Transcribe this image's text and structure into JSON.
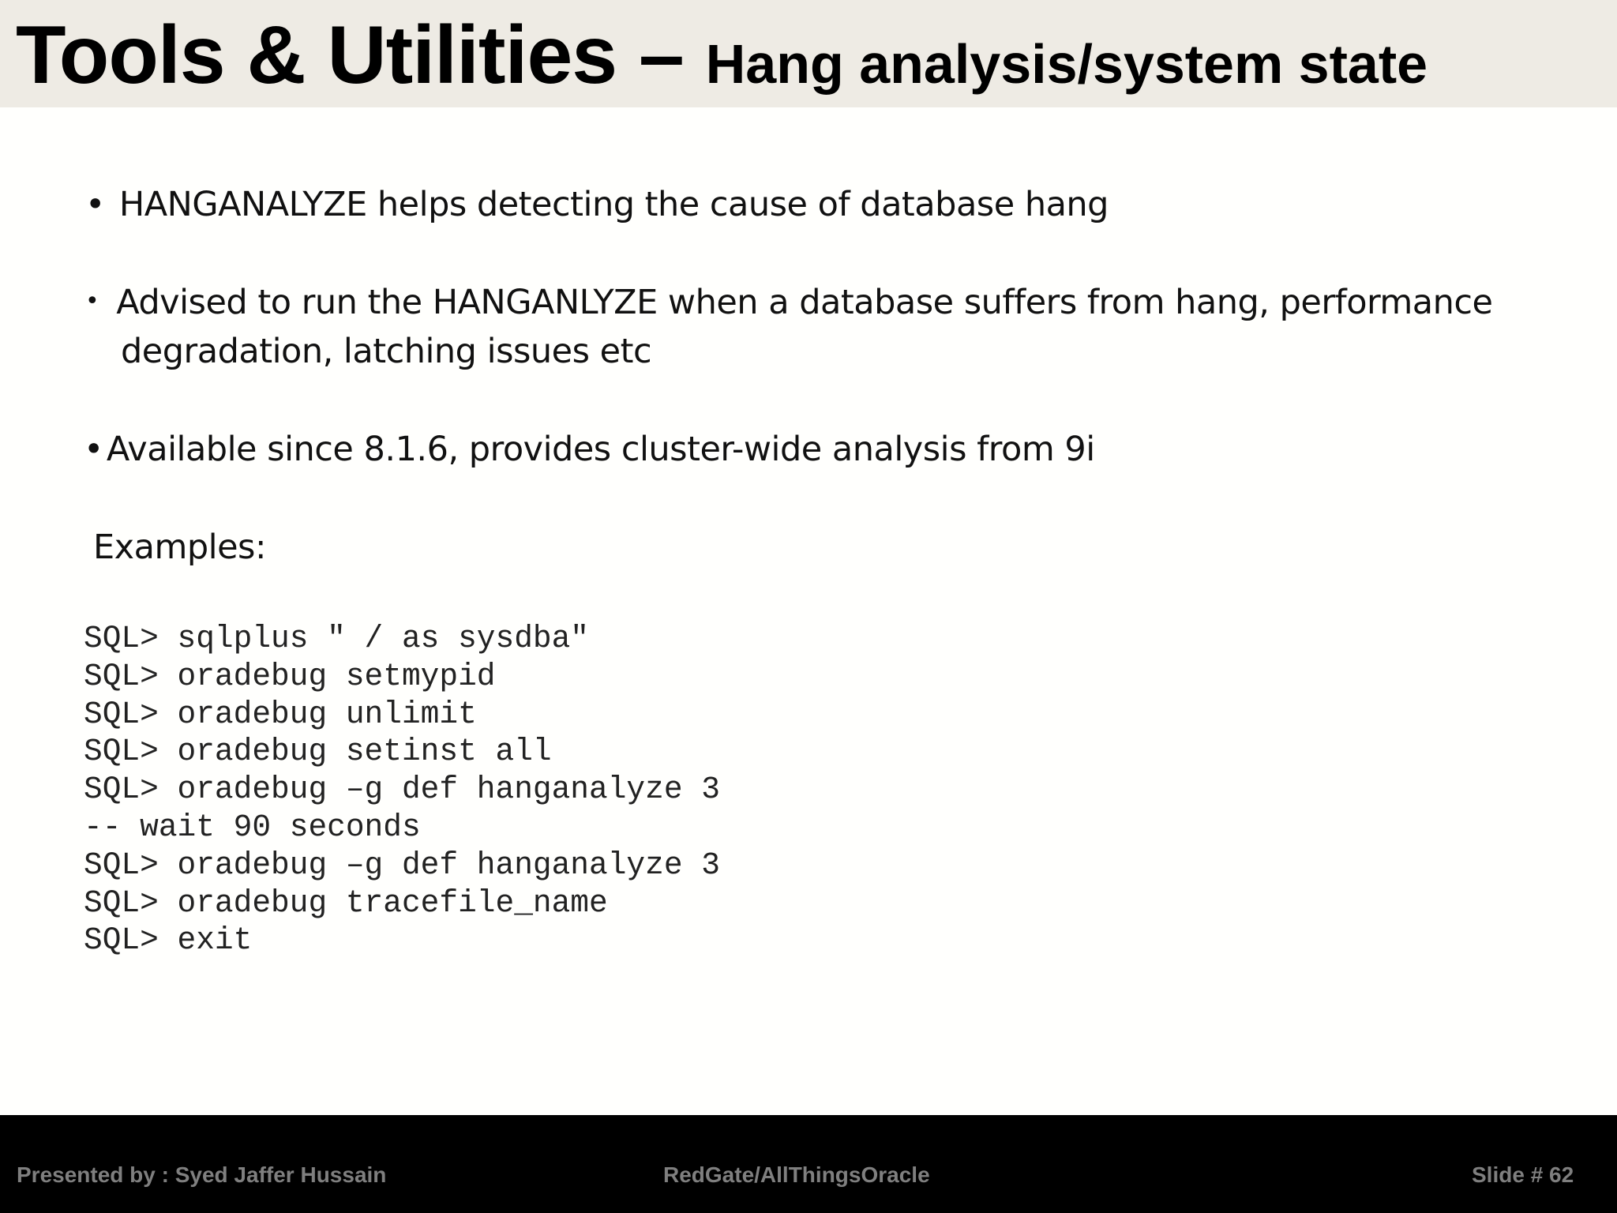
{
  "slide": {
    "title_main": "Tools & Utilities – ",
    "title_sub": "Hang analysis/system state",
    "bullets": [
      {
        "marker": "•",
        "text": "HANGANALYZE helps detecting the cause of database hang"
      },
      {
        "marker": "•",
        "text": "Advised to run the HANGANLYZE when a database suffers from hang, performance",
        "continuation": "degradation, latching issues etc"
      },
      {
        "marker": "•",
        "text": "Available since 8.1.6, provides cluster-wide analysis from 9i"
      }
    ],
    "examples_label": "Examples:",
    "code_lines": [
      "SQL> sqlplus \" / as sysdba\"",
      "SQL> oradebug setmypid",
      "SQL> oradebug unlimit",
      "SQL> oradebug setinst all",
      "SQL> oradebug –g def hanganalyze 3",
      "-- wait 90 seconds",
      "SQL> oradebug –g def hanganalyze 3",
      "SQL> oradebug tracefile_name",
      "SQL> exit"
    ]
  },
  "footer": {
    "presenter": "Presented by : Syed Jaffer Hussain",
    "organization": "RedGate/AllThingsOracle",
    "slide_number": "Slide # 62"
  },
  "colors": {
    "title_bar_bg": "#eeebe4",
    "footer_bg": "#000000",
    "footer_text": "#7f7f7f",
    "body_text": "#111111"
  }
}
